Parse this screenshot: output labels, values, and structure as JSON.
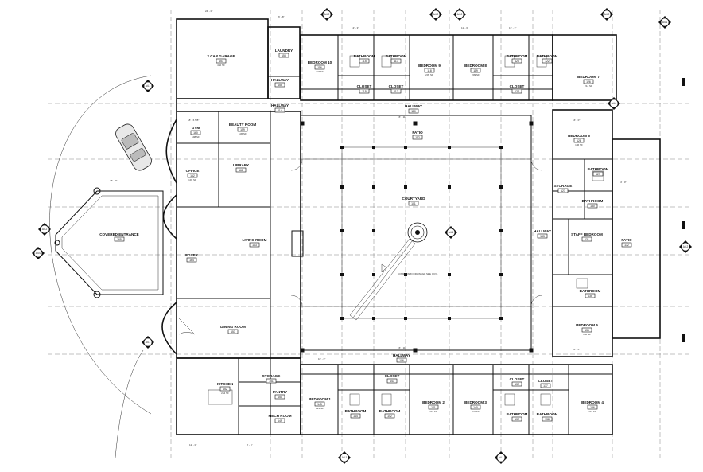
{
  "rooms": [
    {
      "id": "garage",
      "name": "2 CAR GARAGE",
      "num": "157",
      "area": "460 SF"
    },
    {
      "id": "laundry",
      "name": "LAUNDRY",
      "num": "158",
      "area": ""
    },
    {
      "id": "hallway_nw",
      "name": "HALLWAY",
      "num": "155",
      "area": ""
    },
    {
      "id": "hallway_n1",
      "name": "HALLWAY",
      "num": "114",
      "area": ""
    },
    {
      "id": "gym",
      "name": "GYM",
      "num": "160",
      "area": "198 SF"
    },
    {
      "id": "beauty",
      "name": "BEAUTY ROOM",
      "num": "159",
      "area": "136 SF"
    },
    {
      "id": "library",
      "name": "LIBRARY",
      "num": "161",
      "area": ""
    },
    {
      "id": "office",
      "name": "OFFICE",
      "num": "162",
      "area": "193 SF"
    },
    {
      "id": "covered",
      "name": "COVERED ENTRANCE",
      "num": "165",
      "area": ""
    },
    {
      "id": "living",
      "name": "LIVING ROOM",
      "num": "163",
      "area": ""
    },
    {
      "id": "foyer",
      "name": "FOYER",
      "num": "164",
      "area": ""
    },
    {
      "id": "dining",
      "name": "DINING ROOM",
      "num": "153",
      "area": ""
    },
    {
      "id": "kitchen",
      "name": "KITCHEN",
      "num": "152",
      "area": "264 SF"
    },
    {
      "id": "storage",
      "name": "STORAGE",
      "num": "151",
      "area": ""
    },
    {
      "id": "pantry",
      "name": "PANTRY",
      "num": "150",
      "area": ""
    },
    {
      "id": "mech",
      "name": "MECH ROOM",
      "num": "149",
      "area": ""
    },
    {
      "id": "bed10",
      "name": "BEDROOM 10",
      "num": "116",
      "area": "224 SF"
    },
    {
      "id": "bath_n1",
      "name": "BATHROOM",
      "num": "115",
      "area": ""
    },
    {
      "id": "bath_n2",
      "name": "BATHROOM",
      "num": "117",
      "area": ""
    },
    {
      "id": "closet_n1",
      "name": "CLOSET",
      "num": "115",
      "area": ""
    },
    {
      "id": "closet_n2",
      "name": "CLOSET",
      "num": "117",
      "area": ""
    },
    {
      "id": "bed9",
      "name": "BEDROOM 9",
      "num": "118",
      "area": "209 SF"
    },
    {
      "id": "hallway_n2",
      "name": "HALLWAY",
      "num": "110",
      "area": ""
    },
    {
      "id": "bed8",
      "name": "BEDROOM 8",
      "num": "119",
      "area": "209 SF"
    },
    {
      "id": "bath_n3",
      "name": "BATHROOM",
      "num": "120",
      "area": ""
    },
    {
      "id": "bath_n4",
      "name": "BATHROOM",
      "num": "122",
      "area": ""
    },
    {
      "id": "closet_n3",
      "name": "CLOSET",
      "num": "121",
      "area": ""
    },
    {
      "id": "bed7",
      "name": "BEDROOM 7",
      "num": "126",
      "area": "214 SF"
    },
    {
      "id": "patio_n",
      "name": "PATIO",
      "num": "112",
      "area": ""
    },
    {
      "id": "courtyard",
      "name": "COURTYARD",
      "num": "101",
      "area": ""
    },
    {
      "id": "bed6",
      "name": "BEDROOM 6",
      "num": "128",
      "area": "196 SF"
    },
    {
      "id": "bath_e1",
      "name": "BATHROOM",
      "num": "129",
      "area": ""
    },
    {
      "id": "storage_e",
      "name": "STORAGE",
      "num": "127",
      "area": ""
    },
    {
      "id": "bath_e2",
      "name": "BATHROOM",
      "num": "130",
      "area": ""
    },
    {
      "id": "hallway_e",
      "name": "HALLWAY",
      "num": "133",
      "area": ""
    },
    {
      "id": "staff",
      "name": "STAFF BEDROOM",
      "num": "131",
      "area": ""
    },
    {
      "id": "patio_e",
      "name": "PATIO",
      "num": "132",
      "area": ""
    },
    {
      "id": "bath_e3",
      "name": "BATHROOM",
      "num": "135",
      "area": ""
    },
    {
      "id": "bed5",
      "name": "BEDROOM 5",
      "num": "136",
      "area": "196 SF"
    },
    {
      "id": "hallway_s",
      "name": "HALLWAY",
      "num": "106",
      "area": ""
    },
    {
      "id": "bed1",
      "name": "BEDROOM 1",
      "num": "145",
      "area": "221 SF"
    },
    {
      "id": "bath_s1",
      "name": "BATHROOM",
      "num": "144",
      "area": ""
    },
    {
      "id": "bath_s2",
      "name": "BATHROOM",
      "num": "142",
      "area": ""
    },
    {
      "id": "closet_s1",
      "name": "CLOSET",
      "num": "143",
      "area": ""
    },
    {
      "id": "bed2",
      "name": "BEDROOM 2",
      "num": "141",
      "area": "210 SF"
    },
    {
      "id": "bed3",
      "name": "BEDROOM 3",
      "num": "140",
      "area": "221 SF"
    },
    {
      "id": "closet_s2",
      "name": "CLOSET",
      "num": "139",
      "area": ""
    },
    {
      "id": "closet_s3",
      "name": "CLOSET",
      "num": "137",
      "area": ""
    },
    {
      "id": "bath_s3",
      "name": "BATHROOM",
      "num": "139",
      "area": ""
    },
    {
      "id": "bath_s4",
      "name": "BATHROOM",
      "num": "138",
      "area": ""
    },
    {
      "id": "bed4",
      "name": "BEDROOM 4",
      "num": "136",
      "area": "216 SF"
    }
  ],
  "notes": {
    "drainage": "COURTYARD DRAINAGE SEE CIVIL"
  },
  "dims": {
    "d1": "24' - 0\"",
    "d2": "13' - 3\"",
    "d3": "25' - 11\"",
    "d4": "15' - 11\"",
    "d5": "11' - 6\"",
    "d6": "10' - 0\"",
    "d7": "6' - 8\"",
    "d8": "9' - 6\"",
    "d9": "12' - 0\"",
    "d10": "4' - 0\"",
    "d11": "18' - 6 5/8\"",
    "d12": "16' - 0\""
  },
  "markers": {
    "a1": "A4.0",
    "a2": "A4.0",
    "a3": "A4.0",
    "a4": "A4.0",
    "a5": "A4.1",
    "a6": "A4.1",
    "a7": "A4.2",
    "a8": "A4.0",
    "a9": "A4.1",
    "a10": "A4.1",
    "a11": "A4.0",
    "a12": "A4.2",
    "a13": "A4.1",
    "a14": "A4.1"
  }
}
